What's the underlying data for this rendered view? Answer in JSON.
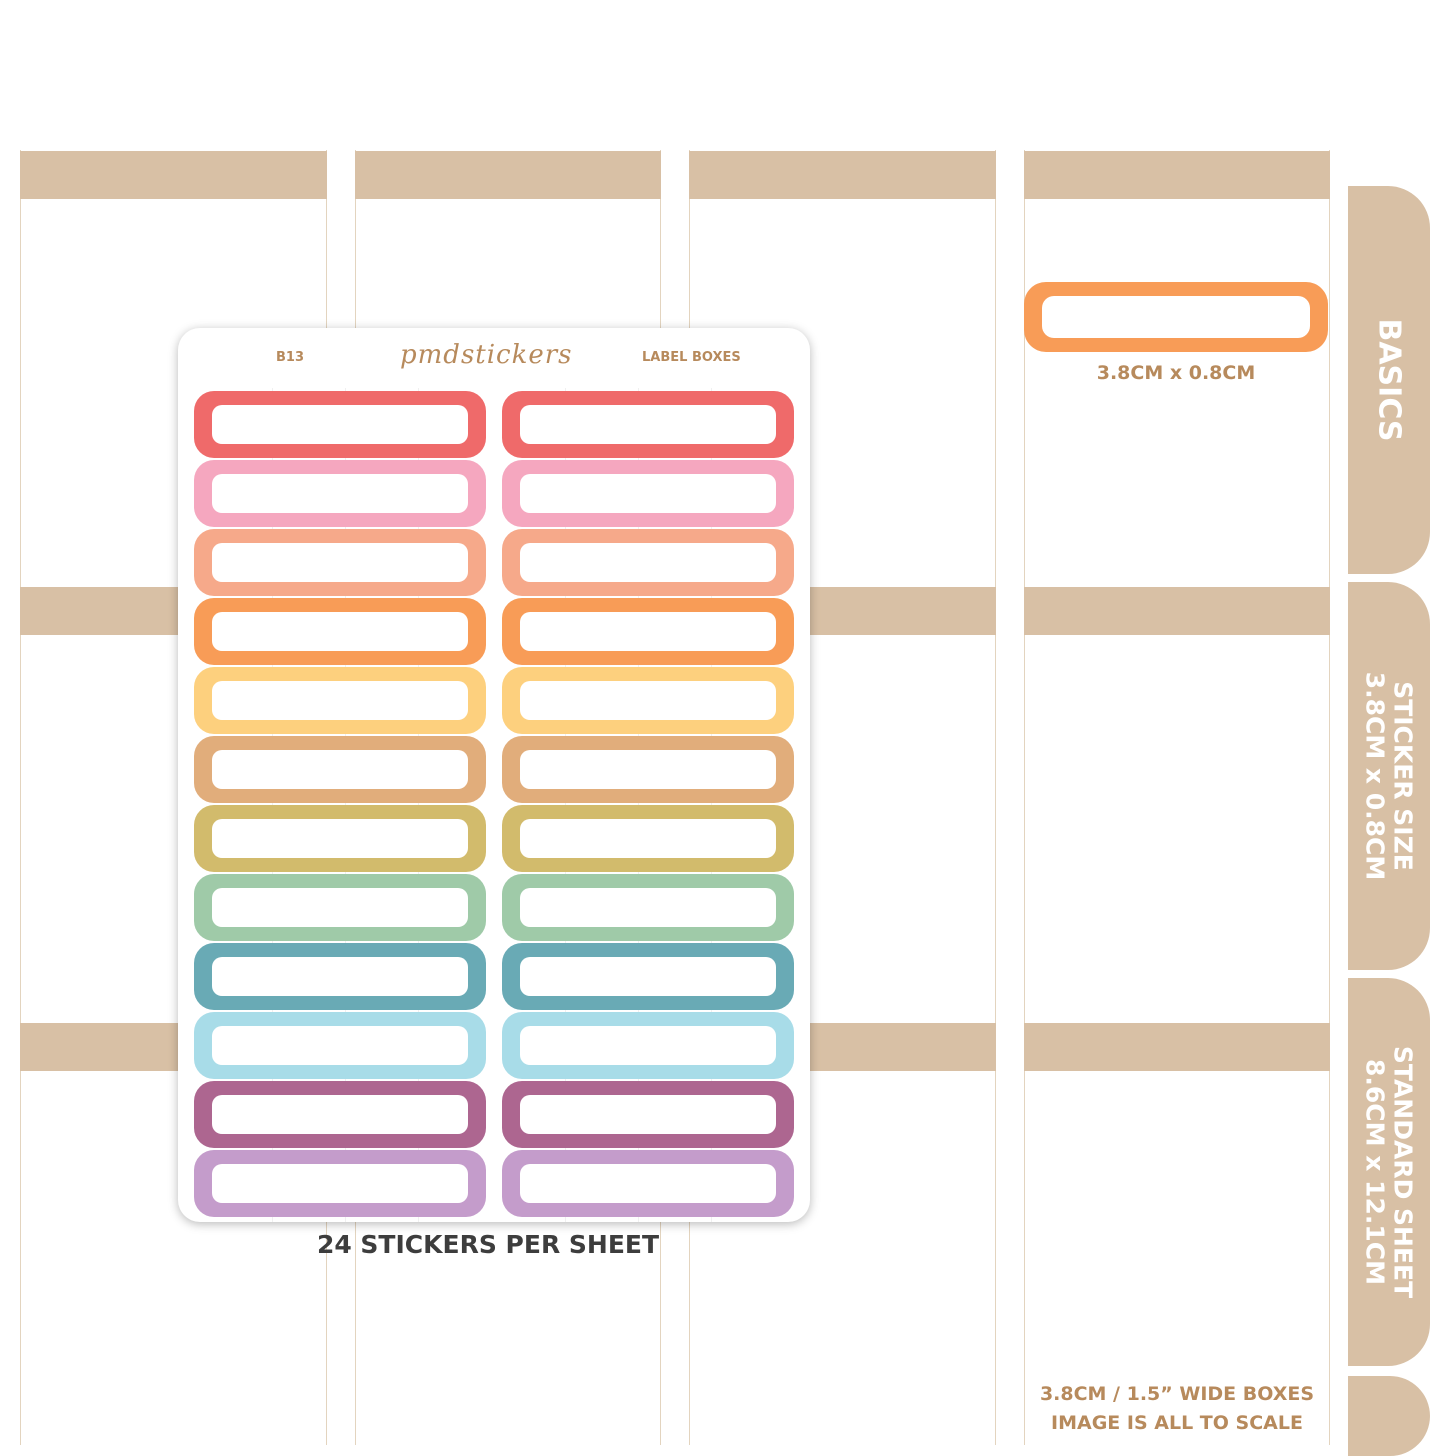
{
  "sheet": {
    "code": "B13",
    "brand": "pmdstickers",
    "title": "LABEL BOXES",
    "colors": [
      "#ef6a6a",
      "#f5a7bf",
      "#f6a98a",
      "#f89c57",
      "#fdd07e",
      "#e1ad7b",
      "#d2bb6c",
      "#9fcaa8",
      "#69aab5",
      "#a8dce8",
      "#ad6690",
      "#c49ccb"
    ]
  },
  "sample": {
    "color": "#f89c57",
    "size_label": "3.8CM x 0.8CM"
  },
  "stickers_per_sheet": "24 STICKERS PER SHEET",
  "tabs": {
    "basics": "BASICS",
    "sticker_size_title": "STICKER SIZE",
    "sticker_size_value": "3.8CM x 0.8CM",
    "standard_sheet_title": "STANDARD SHEET",
    "standard_sheet_value": "8.6CM x 12.1CM"
  },
  "footer": {
    "line1": "3.8CM / 1.5” WIDE BOXES",
    "line2": "IMAGE IS ALL TO SCALE"
  },
  "theme": {
    "tan": "#d8c0a5",
    "brown_text": "#b78a5c",
    "dark_text": "#3d3d3d"
  }
}
